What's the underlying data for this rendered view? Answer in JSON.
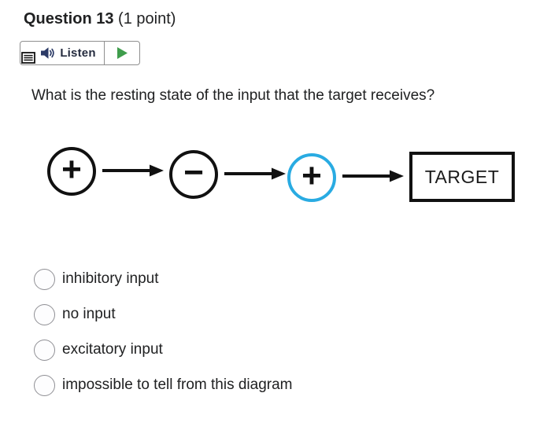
{
  "header": {
    "title": "Question 13",
    "points": "(1 point)"
  },
  "listen_toolbar": {
    "listen_label": "Listen",
    "colors": {
      "speaker_icon": "#2b3a66",
      "play_icon": "#3f9d4c",
      "border": "#8f8f8f"
    }
  },
  "question": {
    "text": "What is the resting state of the input that the target receives?"
  },
  "diagram": {
    "nodes": [
      {
        "symbol": "+",
        "border_color": "#111111"
      },
      {
        "symbol": "−",
        "border_color": "#111111"
      },
      {
        "symbol": "+",
        "border_color": "#29abe2"
      }
    ],
    "target_label": "TARGET",
    "highlight_color": "#29abe2",
    "line_color": "#111111"
  },
  "options": [
    {
      "label": "inhibitory input",
      "selected": false
    },
    {
      "label": "no input",
      "selected": false
    },
    {
      "label": "excitatory input",
      "selected": false
    },
    {
      "label": "impossible to tell from this diagram",
      "selected": false
    }
  ]
}
